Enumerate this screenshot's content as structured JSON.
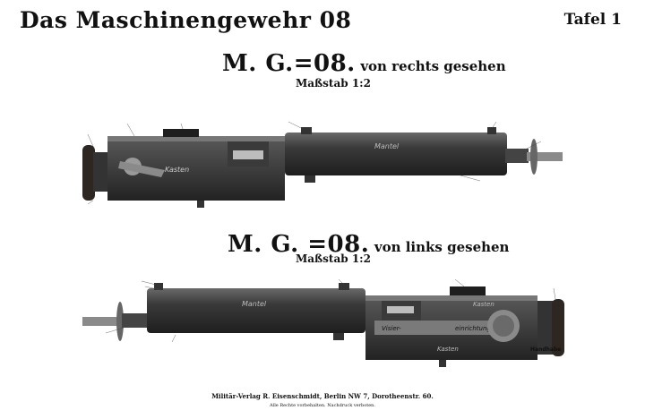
{
  "header": {
    "title": "Das Maschinengewehr 08",
    "plate": "Tafel 1"
  },
  "view_right": {
    "title_main": "M. G.=08.",
    "title_sub": "von rechts gesehen",
    "scale": "Maßstab 1:2",
    "labels": {
      "mantel": "Mantel",
      "kasten": "Kasten"
    }
  },
  "view_left": {
    "title_main": "M. G. =08.",
    "title_sub": "von links gesehen",
    "scale": "Maßstab 1:2",
    "labels": {
      "mantel": "Mantel",
      "kasten_top": "Kasten",
      "kasten_bottom": "Kasten",
      "handhabe": "Handhabe",
      "visier_left": "Visier-",
      "visier_right": "einrichtung"
    }
  },
  "footer": {
    "publisher": "Militär-Verlag R. Eisenschmidt, Berlin NW 7, Dorotheenstr. 60.",
    "rights": "Alle Rechte vorbehalten. Nachdruck verboten."
  },
  "colors": {
    "metal_dark": "#2a2a2a",
    "metal_mid": "#4a4a4a",
    "metal_light": "#7a7a7a",
    "wood": "#3a3028"
  }
}
